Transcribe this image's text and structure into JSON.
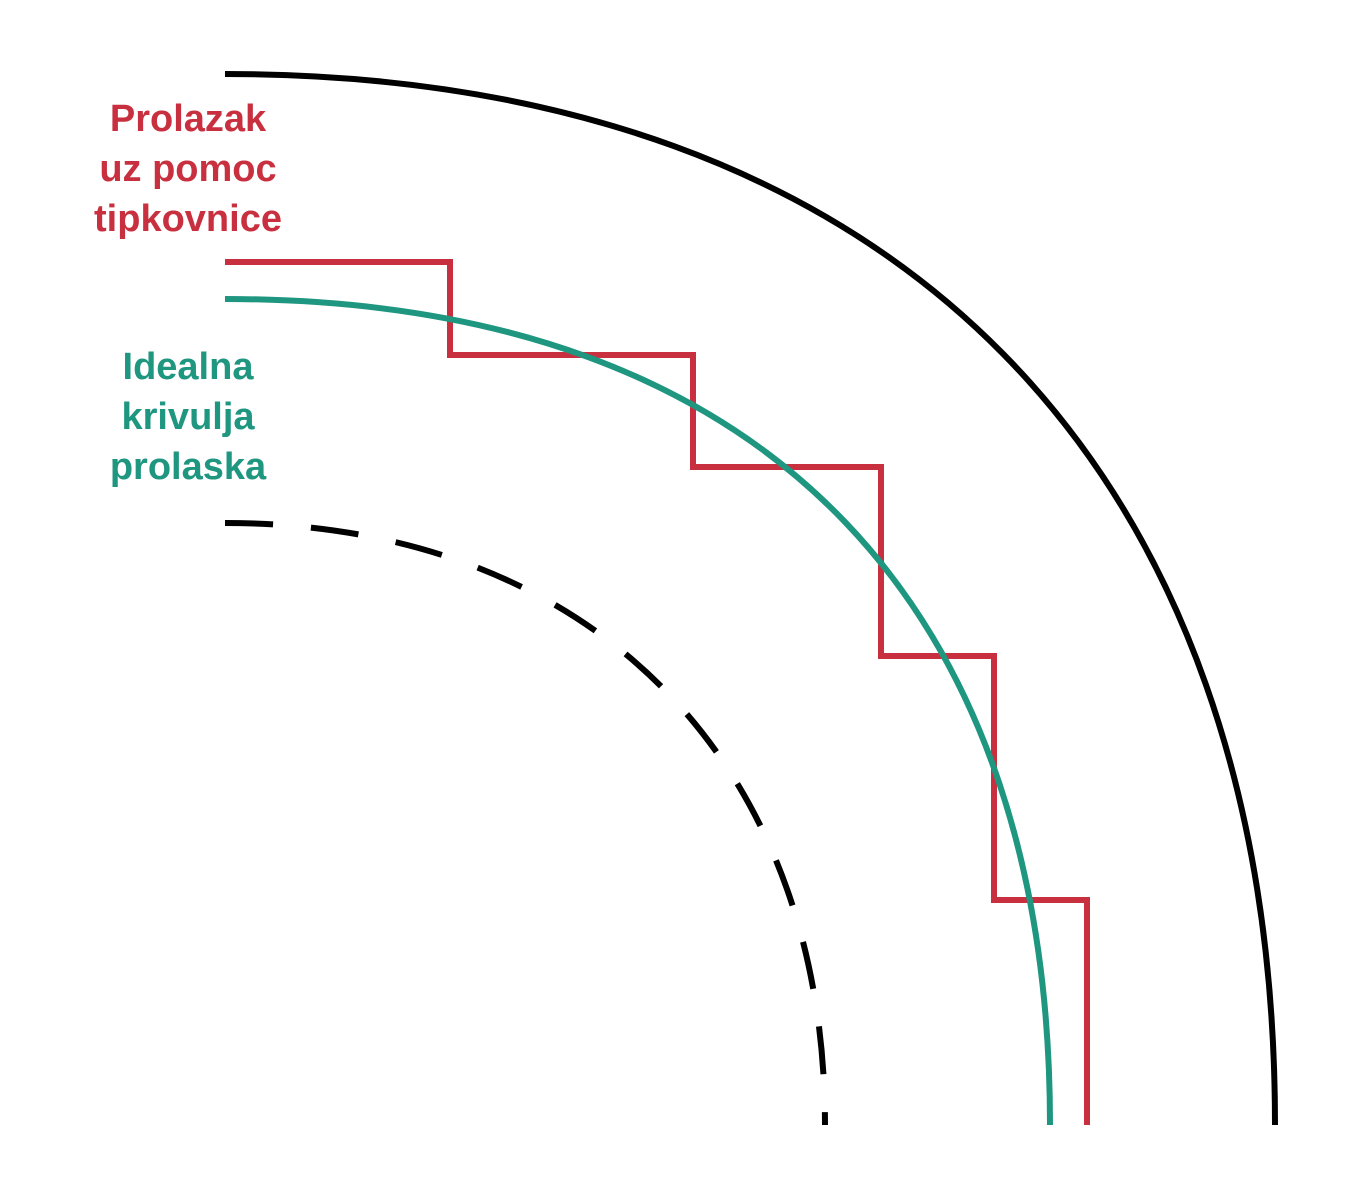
{
  "labels": {
    "keyboard_path": {
      "lines": [
        "Prolazak",
        "uz pomoc",
        "tipkovnice"
      ],
      "color": "#c8303f"
    },
    "ideal_curve": {
      "lines": [
        "Idealna",
        "krivulja",
        "prolaska"
      ],
      "color": "#1e9680"
    }
  },
  "colors": {
    "outer_edge": "#000000",
    "inner_edge_dashed": "#000000",
    "keyboard_path": "#c8303f",
    "ideal_curve": "#1e9680",
    "background": "#ffffff"
  }
}
